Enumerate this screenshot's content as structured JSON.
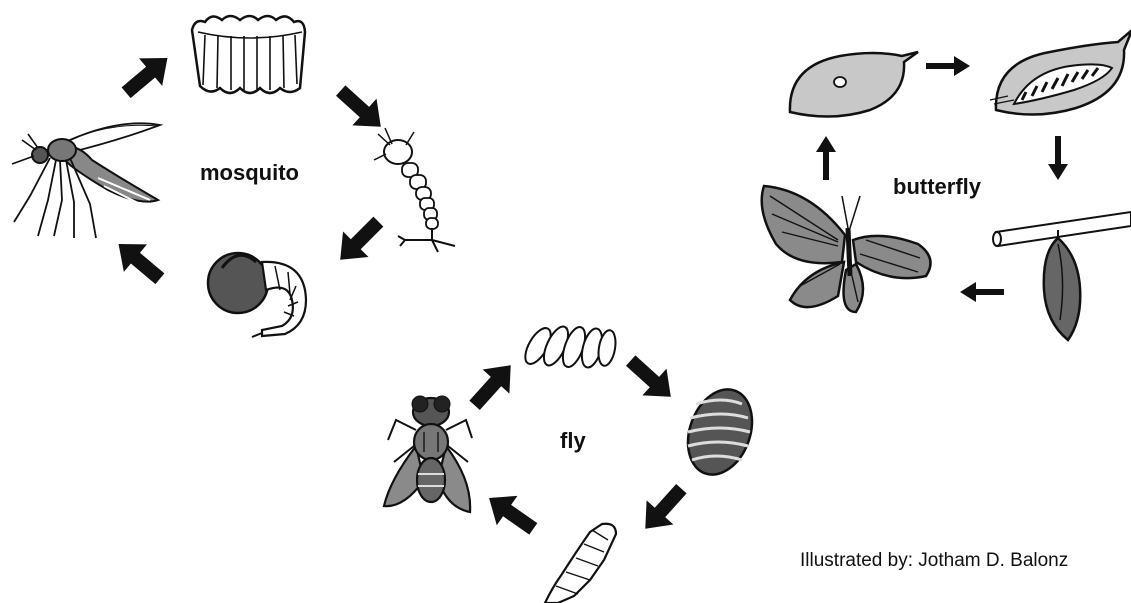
{
  "cycles": {
    "mosquito": {
      "label": "mosquito",
      "stages": [
        "egg-raft",
        "larva",
        "pupa",
        "adult"
      ]
    },
    "butterfly": {
      "label": "butterfly",
      "stages": [
        "egg-on-leaf",
        "caterpillar",
        "chrysalis",
        "adult"
      ]
    },
    "fly": {
      "label": "fly",
      "stages": [
        "eggs",
        "larva",
        "pupa",
        "adult"
      ]
    }
  },
  "credit": "Illustrated by: Jotham D. Balonz",
  "colors": {
    "ink": "#111111",
    "leaf": "#c8c8c8",
    "wing": "#8a8a8a",
    "dark": "#555555"
  },
  "icons": [
    "arrow-icon",
    "mosquito-icon",
    "egg-raft-icon",
    "larva-icon",
    "pupa-icon",
    "leaf-icon",
    "caterpillar-icon",
    "twig-icon",
    "chrysalis-icon",
    "butterfly-icon",
    "fly-icon",
    "fly-eggs-icon",
    "fly-pupa-icon",
    "maggot-icon"
  ]
}
